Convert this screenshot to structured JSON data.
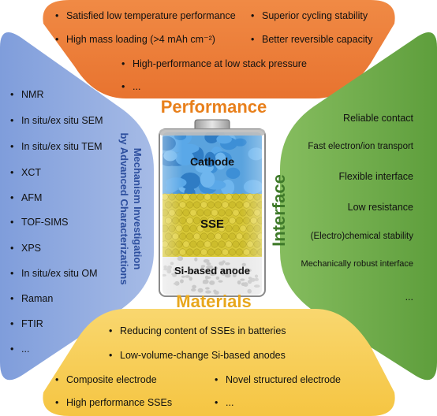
{
  "colors": {
    "performance": "#ef7a3a",
    "characterization": "#8aa6dc",
    "interface": "#6ea94a",
    "materials": "#f4c44e",
    "title_orange": "#e8801c",
    "title_green": "#3f7a2a",
    "title_blue": "#2d4f9e"
  },
  "performance": {
    "title": "Performance",
    "items": [
      "Satisfied low temperature performance",
      "Superior cycling stability",
      "High mass loading (>4 mAh cm⁻²)",
      "Better reversible capacity",
      "High-performance at low stack pressure",
      "..."
    ]
  },
  "characterization": {
    "title_line1": "Mechanism Investigation",
    "title_line2": "by Advanced Characterizations",
    "items": [
      "NMR",
      "In situ/ex situ SEM",
      "In situ/ex situ TEM",
      "XCT",
      "AFM",
      "TOF-SIMS",
      "XPS",
      "In situ/ex situ OM",
      "Raman",
      "FTIR",
      "..."
    ]
  },
  "interface": {
    "title": "Interface",
    "items": [
      "Reliable contact",
      "Fast electron/ion transport",
      "Flexible interface",
      "Low resistance",
      "(Electro)chemical stability",
      "Mechanically robust interface",
      "..."
    ]
  },
  "materials": {
    "title": "Materials",
    "items": [
      "Reducing content of SSEs in batteries",
      "Low-volume-change Si-based anodes",
      "Composite electrode",
      "Novel structured electrode",
      "High performance SSEs",
      "..."
    ]
  },
  "battery": {
    "cathode_label": "Cathode",
    "sse_label": "SSE",
    "anode_label": "Si-based anode"
  }
}
